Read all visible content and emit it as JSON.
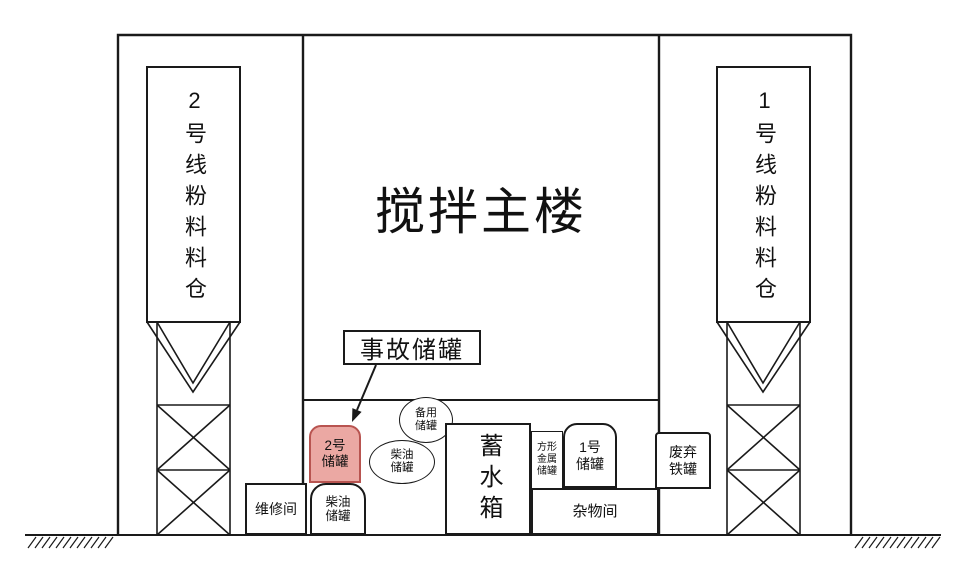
{
  "diagram": {
    "main_building": {
      "label": "搅拌主楼"
    },
    "silos": {
      "left": {
        "label": "2号线粉料料仓"
      },
      "right": {
        "label": "1号线粉料料仓"
      }
    },
    "callout": {
      "label": "事故储罐"
    },
    "tanks": {
      "tank2": {
        "line1": "2号",
        "line2": "储罐",
        "fill_color": "#eba8a3",
        "border_color": "#b85450"
      },
      "backup": {
        "line1": "备用",
        "line2": "储罐"
      },
      "diesel_upper": {
        "line1": "柴油",
        "line2": "储罐"
      },
      "diesel_lower": {
        "line1": "柴油",
        "line2": "储罐"
      },
      "water": {
        "label": "蓄水箱"
      },
      "square_metal": {
        "line1": "方形",
        "line2": "金属",
        "line3": "储罐"
      },
      "tank1": {
        "line1": "1号",
        "line2": "储罐"
      },
      "waste_iron": {
        "line1": "废弃",
        "line2": "铁罐"
      }
    },
    "rooms": {
      "maintenance": {
        "label": "维修间"
      },
      "storage": {
        "label": "杂物间"
      }
    },
    "line_color": "#1a1a1a",
    "background": "#ffffff"
  }
}
